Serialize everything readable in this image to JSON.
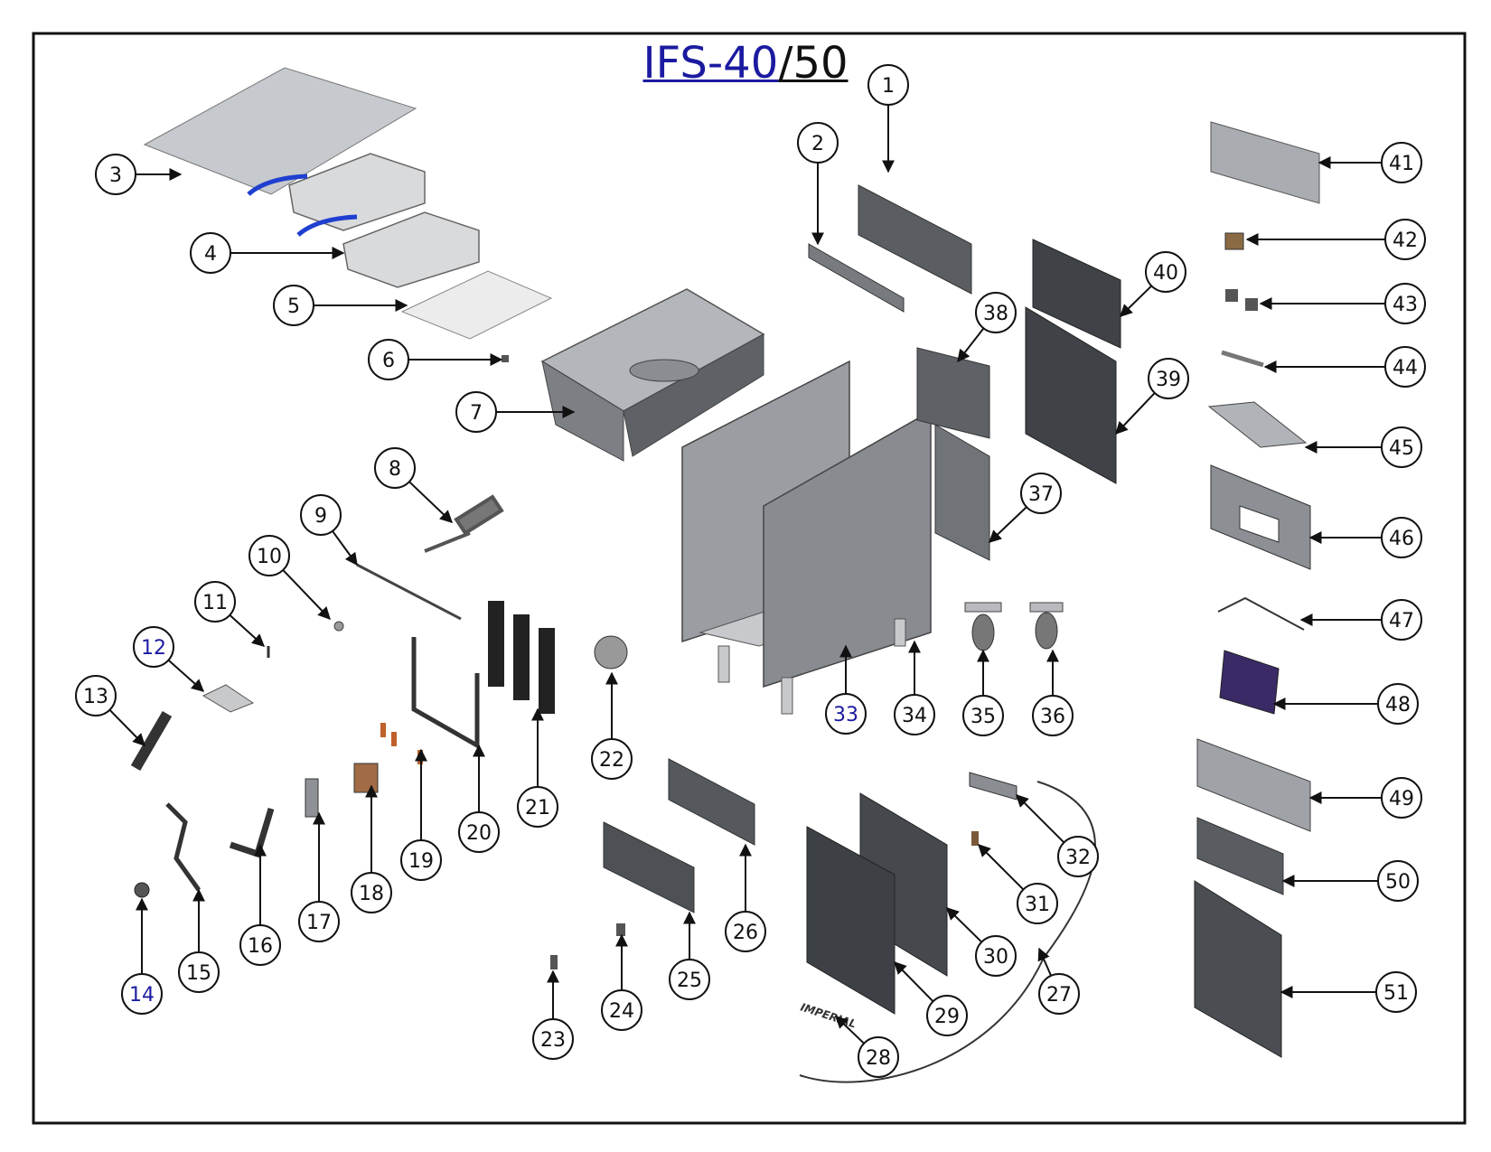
{
  "title": {
    "model": "IFS-40",
    "suffix": "/50"
  },
  "colors": {
    "callout_default": "#111111",
    "callout_highlight": "#1b1ba0",
    "part_dark": "#55595e",
    "part_light": "#b9bcc0",
    "basket_handle": "#1f3fd0"
  },
  "callouts": [
    {
      "num": "1",
      "color": "#111111"
    },
    {
      "num": "2",
      "color": "#111111"
    },
    {
      "num": "3",
      "color": "#111111"
    },
    {
      "num": "4",
      "color": "#111111"
    },
    {
      "num": "5",
      "color": "#111111"
    },
    {
      "num": "6",
      "color": "#111111"
    },
    {
      "num": "7",
      "color": "#111111"
    },
    {
      "num": "8",
      "color": "#111111"
    },
    {
      "num": "9",
      "color": "#111111"
    },
    {
      "num": "10",
      "color": "#111111"
    },
    {
      "num": "11",
      "color": "#111111"
    },
    {
      "num": "12",
      "color": "#1b1ba0"
    },
    {
      "num": "13",
      "color": "#111111"
    },
    {
      "num": "14",
      "color": "#1b1ba0"
    },
    {
      "num": "15",
      "color": "#111111"
    },
    {
      "num": "16",
      "color": "#111111"
    },
    {
      "num": "17",
      "color": "#111111"
    },
    {
      "num": "18",
      "color": "#111111"
    },
    {
      "num": "19",
      "color": "#111111"
    },
    {
      "num": "20",
      "color": "#111111"
    },
    {
      "num": "21",
      "color": "#111111"
    },
    {
      "num": "22",
      "color": "#111111"
    },
    {
      "num": "23",
      "color": "#111111"
    },
    {
      "num": "24",
      "color": "#111111"
    },
    {
      "num": "25",
      "color": "#111111"
    },
    {
      "num": "26",
      "color": "#111111"
    },
    {
      "num": "27",
      "color": "#111111"
    },
    {
      "num": "28",
      "color": "#111111"
    },
    {
      "num": "29",
      "color": "#111111"
    },
    {
      "num": "30",
      "color": "#111111"
    },
    {
      "num": "31",
      "color": "#111111"
    },
    {
      "num": "32",
      "color": "#111111"
    },
    {
      "num": "33",
      "color": "#1b1ba0"
    },
    {
      "num": "34",
      "color": "#111111"
    },
    {
      "num": "35",
      "color": "#111111"
    },
    {
      "num": "36",
      "color": "#111111"
    },
    {
      "num": "37",
      "color": "#111111"
    },
    {
      "num": "38",
      "color": "#111111"
    },
    {
      "num": "39",
      "color": "#111111"
    },
    {
      "num": "40",
      "color": "#111111"
    },
    {
      "num": "41",
      "color": "#111111"
    },
    {
      "num": "42",
      "color": "#111111"
    },
    {
      "num": "43",
      "color": "#111111"
    },
    {
      "num": "44",
      "color": "#111111"
    },
    {
      "num": "45",
      "color": "#111111"
    },
    {
      "num": "46",
      "color": "#111111"
    },
    {
      "num": "47",
      "color": "#111111"
    },
    {
      "num": "48",
      "color": "#111111"
    },
    {
      "num": "49",
      "color": "#111111"
    },
    {
      "num": "50",
      "color": "#111111"
    },
    {
      "num": "51",
      "color": "#111111"
    }
  ]
}
